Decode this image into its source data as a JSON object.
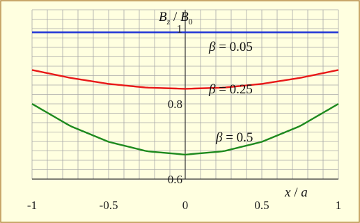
{
  "chart_data": {
    "type": "line",
    "title": "",
    "xlabel": {
      "var": "x",
      "sep": " / ",
      "den": "a"
    },
    "ylabel": {
      "num": "B",
      "num_sub": "z",
      "sep": " / ",
      "den": "B",
      "den_sub": "0"
    },
    "xlim": [
      -1,
      1
    ],
    "ylim": [
      0.6,
      1.05
    ],
    "grid": true,
    "x_ticks": [
      -1,
      -0.5,
      0,
      0.5,
      1
    ],
    "x_tick_labels": [
      "-1",
      "-0.5",
      "0",
      "0.5",
      "1"
    ],
    "y_ticks": [
      0.6,
      0.8,
      1
    ],
    "y_tick_labels": [
      "0.6",
      "0.8",
      "1"
    ],
    "series": [
      {
        "name": "β = 0.05",
        "label": {
          "symbol": "β",
          "text": " = 0.05"
        },
        "color": "#1a2fd6",
        "x": [
          -1,
          -0.5,
          0,
          0.5,
          1
        ],
        "y": [
          0.99,
          0.99,
          0.99,
          0.99,
          0.99
        ]
      },
      {
        "name": "β = 0.25",
        "label": {
          "symbol": "β",
          "text": " = 0.25"
        },
        "color": "#e81818",
        "x": [
          -1,
          -0.75,
          -0.5,
          -0.25,
          0,
          0.25,
          0.5,
          0.75,
          1
        ],
        "y": [
          0.89,
          0.869,
          0.853,
          0.843,
          0.84,
          0.843,
          0.853,
          0.869,
          0.89
        ]
      },
      {
        "name": "β = 0.5",
        "label": {
          "symbol": "β",
          "text": " = 0.5"
        },
        "color": "#1e8a1e",
        "x": [
          -1,
          -0.75,
          -0.5,
          -0.25,
          0,
          0.25,
          0.5,
          0.75,
          1
        ],
        "y": [
          0.8,
          0.741,
          0.699,
          0.674,
          0.665,
          0.674,
          0.699,
          0.741,
          0.8
        ]
      }
    ],
    "colors": {
      "background": "#ffffe0",
      "grid": "#a8a8a8",
      "frame": "#b58a3c"
    }
  }
}
